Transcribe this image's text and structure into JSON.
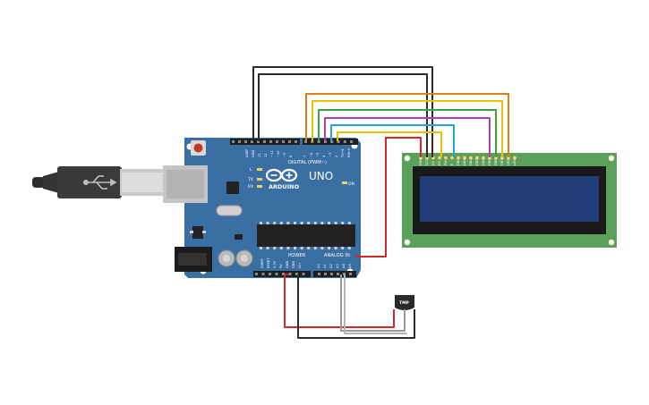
{
  "board": {
    "brand": "ARDUINO",
    "model": "UNO",
    "digital_label": "DIGITAL (PWM~)",
    "power_label": "POWER",
    "analog_label": "ANALOG IN",
    "on_label": "ON",
    "l_label": "L",
    "tx_label": "TX",
    "rx_label": "RX",
    "aref_label": "AREF",
    "gnd_label": "GND",
    "top_pins": [
      "13",
      "12",
      "~11",
      "~10",
      "~9",
      "8",
      "7",
      "~6",
      "~5",
      "4",
      "~3",
      "2",
      "TX→1",
      "RX←0"
    ],
    "power_pins": [
      "IOREF",
      "RESET",
      "3.3V",
      "5V",
      "GND",
      "GND",
      "Vin"
    ],
    "analog_pins": [
      "A0",
      "A1",
      "A2",
      "A3",
      "A4",
      "A5"
    ]
  },
  "lcd": {
    "pins": [
      "GND",
      "VCC",
      "V0",
      "RS",
      "RW",
      "E",
      "DB0",
      "DB1",
      "DB2",
      "DB3",
      "DB4",
      "DB5",
      "DB6",
      "DB7",
      "LED",
      "LED"
    ]
  },
  "sensor": {
    "label": "TMP"
  },
  "colors": {
    "board": "#3a6fa3",
    "lcd_pcb": "#5aa25a",
    "lcd_screen": "#233d78",
    "wire_black": "#2b2b2b",
    "wire_red": "#d62728",
    "wire_orange": "#e07f0e",
    "wire_yellow": "#e6c200",
    "wire_green": "#3ba33b",
    "wire_purple": "#b23fb2",
    "wire_cyan": "#25a5d6",
    "wire_gray": "#9a9a9a"
  }
}
